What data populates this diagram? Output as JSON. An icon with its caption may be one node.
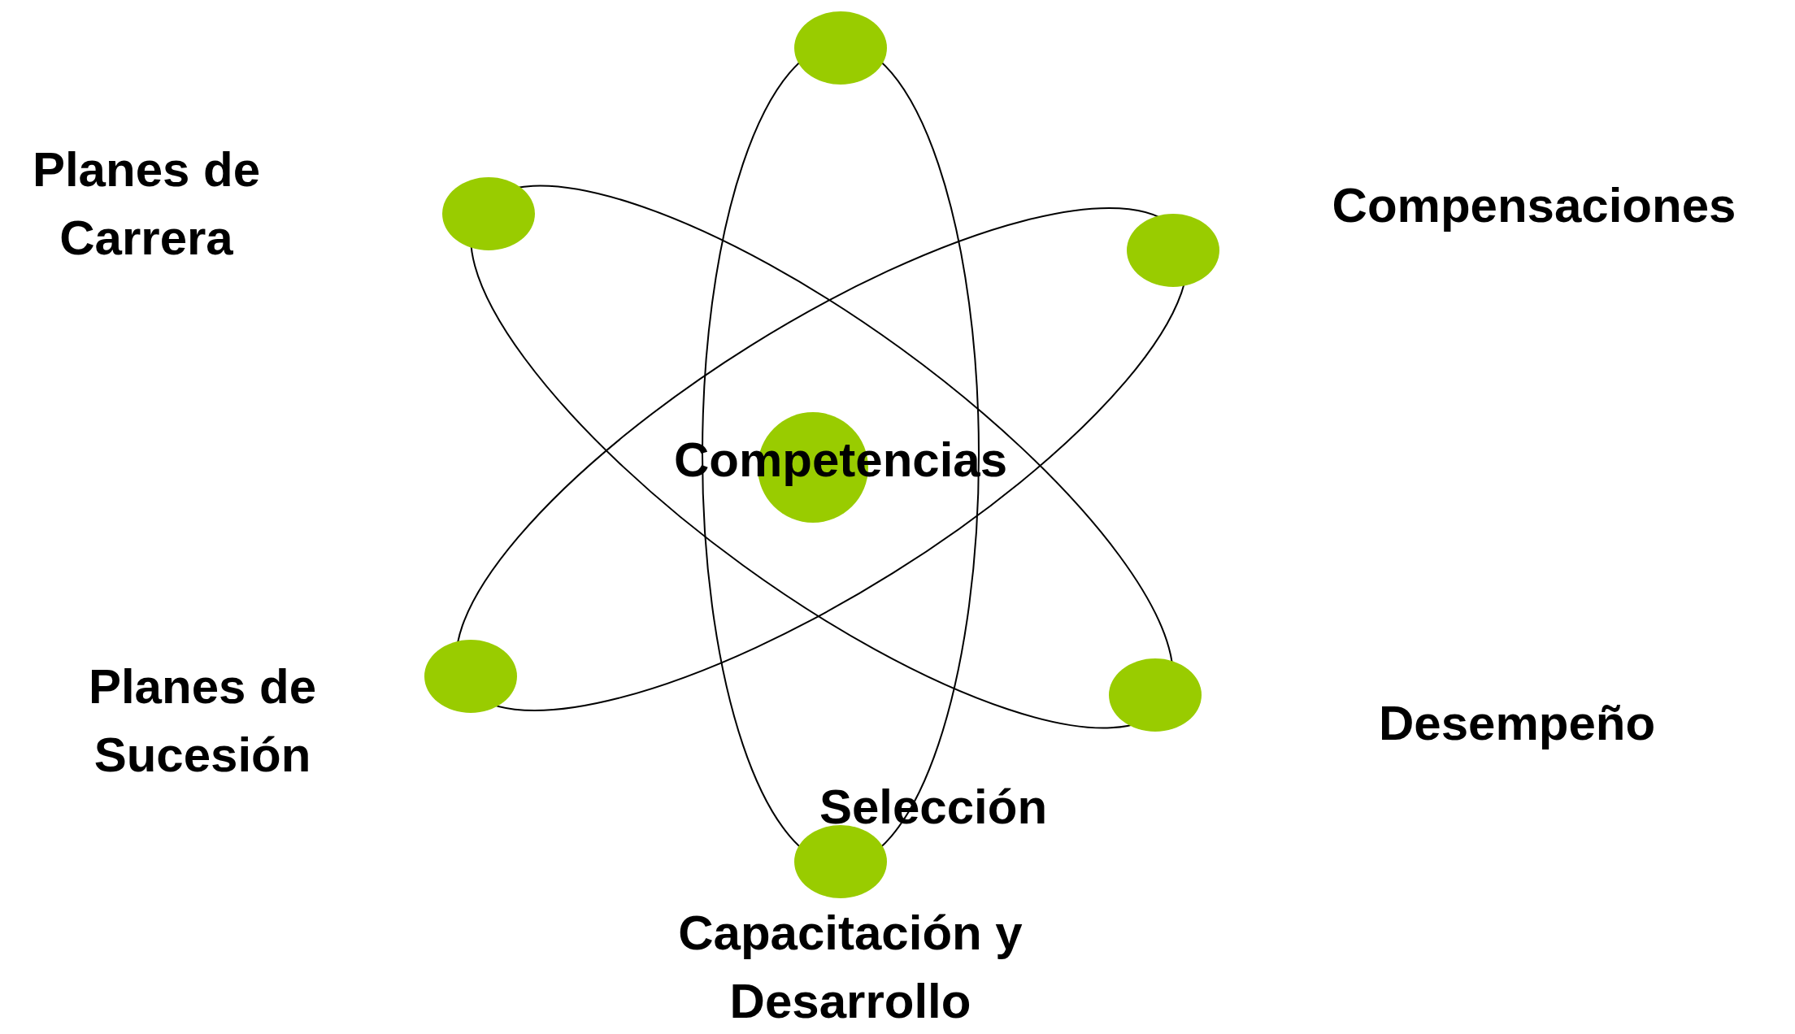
{
  "diagram": {
    "nodes": [
      {
        "text": [],
        "shape": "circle"
      },
      {
        "text": [],
        "shape": "circle",
        "beside": [
          "Planes de Carrera"
        ]
      },
      {
        "text": [],
        "shape": "circle",
        "beside": [
          "Compensaciones"
        ]
      },
      {
        "text": [
          "Competencias"
        ]
      },
      {
        "text": [],
        "shape": "circle",
        "beside": [
          "Planes de Sucesión"
        ]
      },
      {
        "text": [],
        "shape": "circle",
        "beside": [
          "Desempeño"
        ]
      },
      {
        "text": [],
        "shape": "circle",
        "beside": [
          "Selección",
          "Capacitación y Desarrollo"
        ]
      }
    ]
  }
}
